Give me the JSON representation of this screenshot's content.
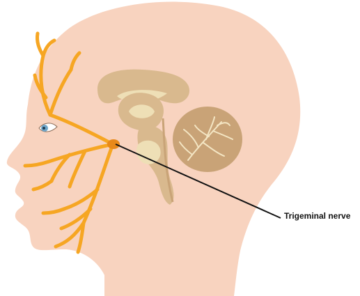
{
  "diagram": {
    "label": "Trigeminal nerve"
  },
  "colors": {
    "background": "#ffffff",
    "skin": "#f8d3bf",
    "nerve": "#f6a623",
    "nerve_dark": "#e8891a",
    "brain": "#d9b98e",
    "brain_dark": "#c9a377",
    "brain_light": "#eedfb6",
    "cerebellum_lines": "#f4e6c4",
    "eye_iris": "#6fa6c9",
    "leader_line": "#111111"
  },
  "icons": [
    "human-head",
    "eye",
    "brain",
    "cerebellum",
    "brainstem",
    "trigeminal-nerve-branches"
  ]
}
